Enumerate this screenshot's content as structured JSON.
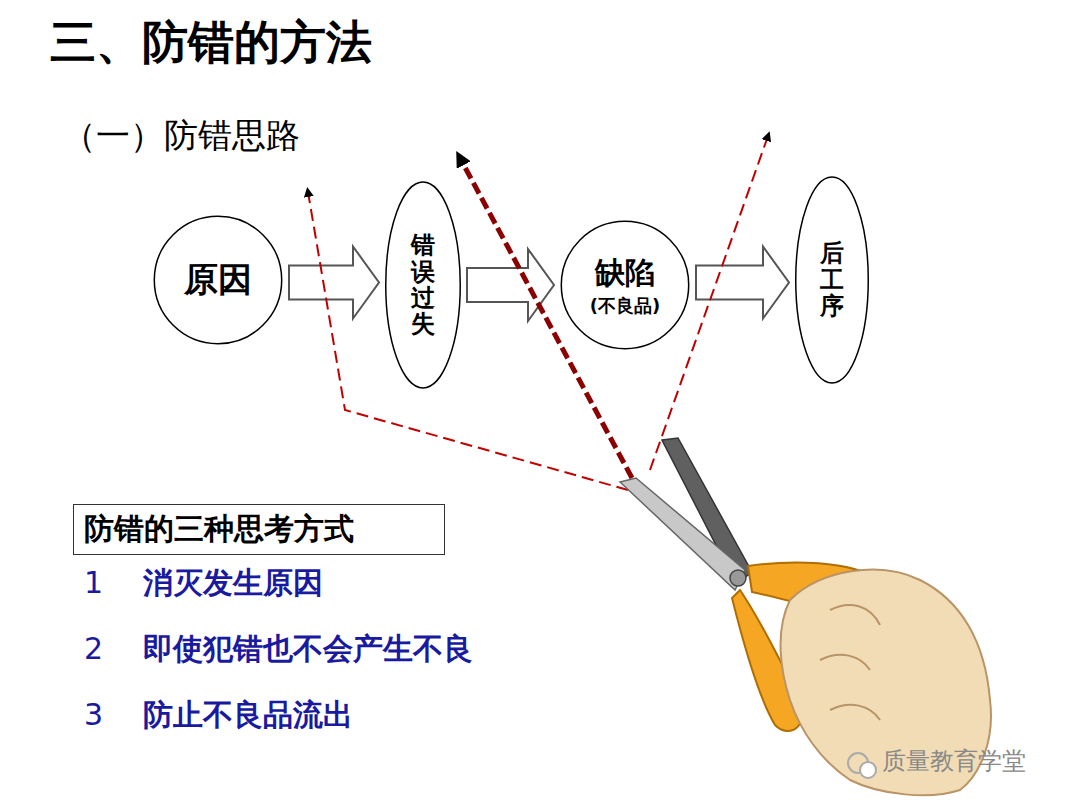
{
  "diagram": {
    "title": "三、防错的方法",
    "nodes": [
      {
        "text": [
          "原因"
        ]
      },
      {
        "text": [
          "错误过失"
        ]
      },
      {
        "text": [
          "缺陷",
          "(不良品)"
        ]
      },
      {
        "text": [
          "后工序"
        ]
      },
      {
        "text": [
          "防错的三种思考方式"
        ]
      }
    ],
    "edges": [
      {
        "from": 0,
        "to": 1,
        "arrow": "to"
      },
      {
        "from": 1,
        "to": 2,
        "arrow": "to"
      },
      {
        "from": 2,
        "to": 3,
        "arrow": "to"
      }
    ],
    "labels": [
      "（一）防错思路",
      "1",
      "消灭发生原因",
      "2",
      "即使犯错也不会产生不良",
      "3",
      "防止不良品流出",
      "质量教育学堂"
    ]
  }
}
